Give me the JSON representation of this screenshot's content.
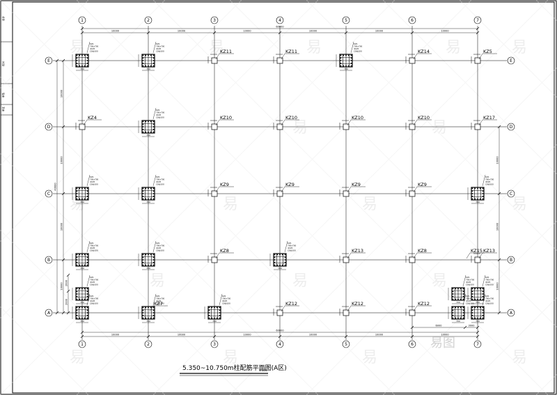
{
  "drawing": {
    "title_line1": "5.350~10.750m柱配筋平面图(A区)",
    "title_scale": "1:100",
    "watermark_char": "易",
    "watermark_brand": "易图"
  },
  "grid": {
    "columns": [
      "1",
      "2",
      "3",
      "4",
      "5",
      "6",
      "7"
    ],
    "rows": [
      "A",
      "B",
      "C",
      "D",
      "E"
    ]
  },
  "dimensions": {
    "top_spans": [
      "10000",
      "10000",
      "10000",
      "10000",
      "10000",
      "10000"
    ],
    "top_total": "60000",
    "bottom_spans": [
      "10000",
      "10000",
      "10000",
      "10000",
      "10000",
      "10000"
    ],
    "bottom_total": "60000",
    "left_spans": [
      "10000",
      "10000",
      "10000",
      "10000"
    ],
    "left_total": "40000",
    "right_spans": [
      "10000",
      "10000",
      "10000"
    ],
    "left_offsets": [
      "2600",
      "2000"
    ],
    "bottom_right_offsets": [
      "6000",
      "3000"
    ]
  },
  "column_tags": [
    {
      "row": "E",
      "col": "3",
      "label": "KZ11"
    },
    {
      "row": "E",
      "col": "4",
      "label": "KZ11"
    },
    {
      "row": "E",
      "col": "6",
      "label": "KZ14"
    },
    {
      "row": "E",
      "col": "7",
      "label": "KZ5"
    },
    {
      "row": "D",
      "col": "1",
      "label": "KZ4"
    },
    {
      "row": "D",
      "col": "3",
      "label": "KZ10"
    },
    {
      "row": "D",
      "col": "4",
      "label": "KZ10"
    },
    {
      "row": "D",
      "col": "5",
      "label": "KZ10"
    },
    {
      "row": "D",
      "col": "6",
      "label": "KZ10"
    },
    {
      "row": "D",
      "col": "7",
      "label": "KZ17"
    },
    {
      "row": "C",
      "col": "3",
      "label": "KZ9"
    },
    {
      "row": "C",
      "col": "4",
      "label": "KZ9"
    },
    {
      "row": "C",
      "col": "5",
      "label": "KZ9"
    },
    {
      "row": "C",
      "col": "6",
      "label": "KZ9"
    },
    {
      "row": "B",
      "col": "3",
      "label": "KZ8"
    },
    {
      "row": "B",
      "col": "5",
      "label": "KZ13"
    },
    {
      "row": "B",
      "col": "6",
      "label": "KZ8"
    },
    {
      "row": "B",
      "col": "7a",
      "label": "KZ15"
    },
    {
      "row": "B",
      "col": "7",
      "label": "KZ13"
    },
    {
      "row": "A",
      "col": "2a",
      "label": "KZ7"
    },
    {
      "row": "A",
      "col": "4",
      "label": "KZ12"
    },
    {
      "row": "A",
      "col": "5",
      "label": "KZ12"
    },
    {
      "row": "A",
      "col": "6",
      "label": "KZ12"
    }
  ],
  "detailed_columns": {
    "section_dim": "700",
    "note_lines": [
      "KZ1",
      "700x700",
      "4C25",
      "C8@100"
    ]
  },
  "title_block": {
    "cells": [
      "设计",
      "校对",
      "审核",
      "审定"
    ]
  }
}
